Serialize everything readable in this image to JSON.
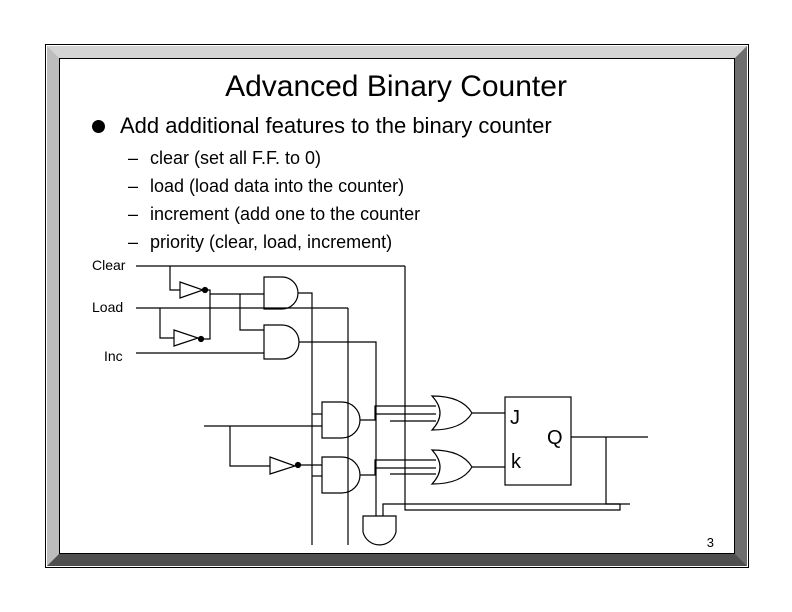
{
  "slide": {
    "title": "Advanced Binary Counter",
    "bullet": "Add additional features to the binary counter",
    "subitems": [
      "clear (set all F.F. to 0)",
      "load (load data into the counter)",
      "increment (add one to the counter",
      "priority (clear, load, increment)"
    ],
    "dash": "–",
    "page_number": "3"
  },
  "circuit": {
    "inputs": {
      "clear": "Clear",
      "load": "Load",
      "inc": "Inc"
    },
    "flipflop": {
      "j": "J",
      "k": "k",
      "q": "Q"
    }
  }
}
